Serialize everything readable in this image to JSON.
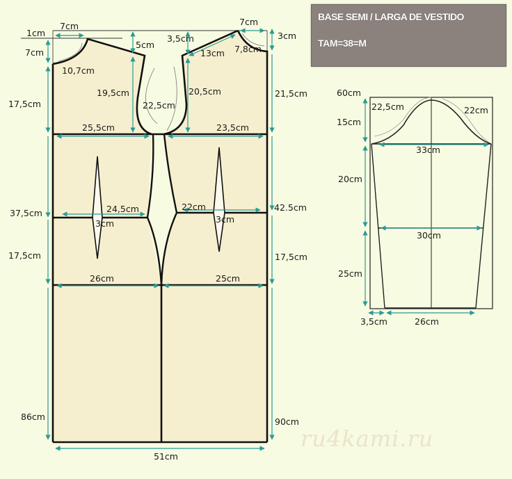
{
  "title": {
    "line1": "BASE SEMI / LARGA DE VESTIDO",
    "line2": "TAM=38=M",
    "background": "#8b817d"
  },
  "watermark": "ru4kami.ru",
  "colors": {
    "background": "#f7fbe1",
    "pattern_fill": "#f6efcf",
    "outline": "#111111",
    "dimension_arrow": "#2a9a96"
  },
  "bodice": {
    "top": {
      "shoulder_offset": "1cm",
      "back_neck_width": "7cm",
      "back_neck_depth": "7cm",
      "back_neck_curve": "10,7cm",
      "back_shoulder_drop": "5cm",
      "front_shoulder_drop": "3,5cm",
      "front_shoulder": "13cm",
      "front_neck_width": "7cm",
      "front_neck_depth": "3cm",
      "front_neck_curve": "7,8cm"
    },
    "armhole": {
      "back_armhole_depth": "19,5cm",
      "armhole_curve": "22,5cm",
      "front_armhole_depth": "20,5cm"
    },
    "left_side": {
      "upper": "17,5cm",
      "to_waist": "37,5cm",
      "waist_to_hip": "17,5cm",
      "total": "86cm"
    },
    "right_side": {
      "upper": "21,5cm",
      "to_waist": "42.5cm",
      "waist_to_hip": "17,5cm",
      "total": "90cm"
    },
    "widths": {
      "back_bust": "25,5cm",
      "front_bust": "23,5cm",
      "back_waist": "24,5cm",
      "front_waist": "22cm",
      "back_dart": "3cm",
      "front_dart": "3cm",
      "back_hip": "26cm",
      "front_hip": "25cm",
      "hem": "51cm"
    }
  },
  "sleeve": {
    "total_length": "60cm",
    "cap_height": "15cm",
    "back_cap_curve": "22,5cm",
    "front_cap_curve": "22cm",
    "bicep_width": "33cm",
    "upper_length": "20cm",
    "elbow_width": "30cm",
    "lower_length": "25cm",
    "hem_offset": "3,5cm",
    "wrist_width": "26cm"
  }
}
